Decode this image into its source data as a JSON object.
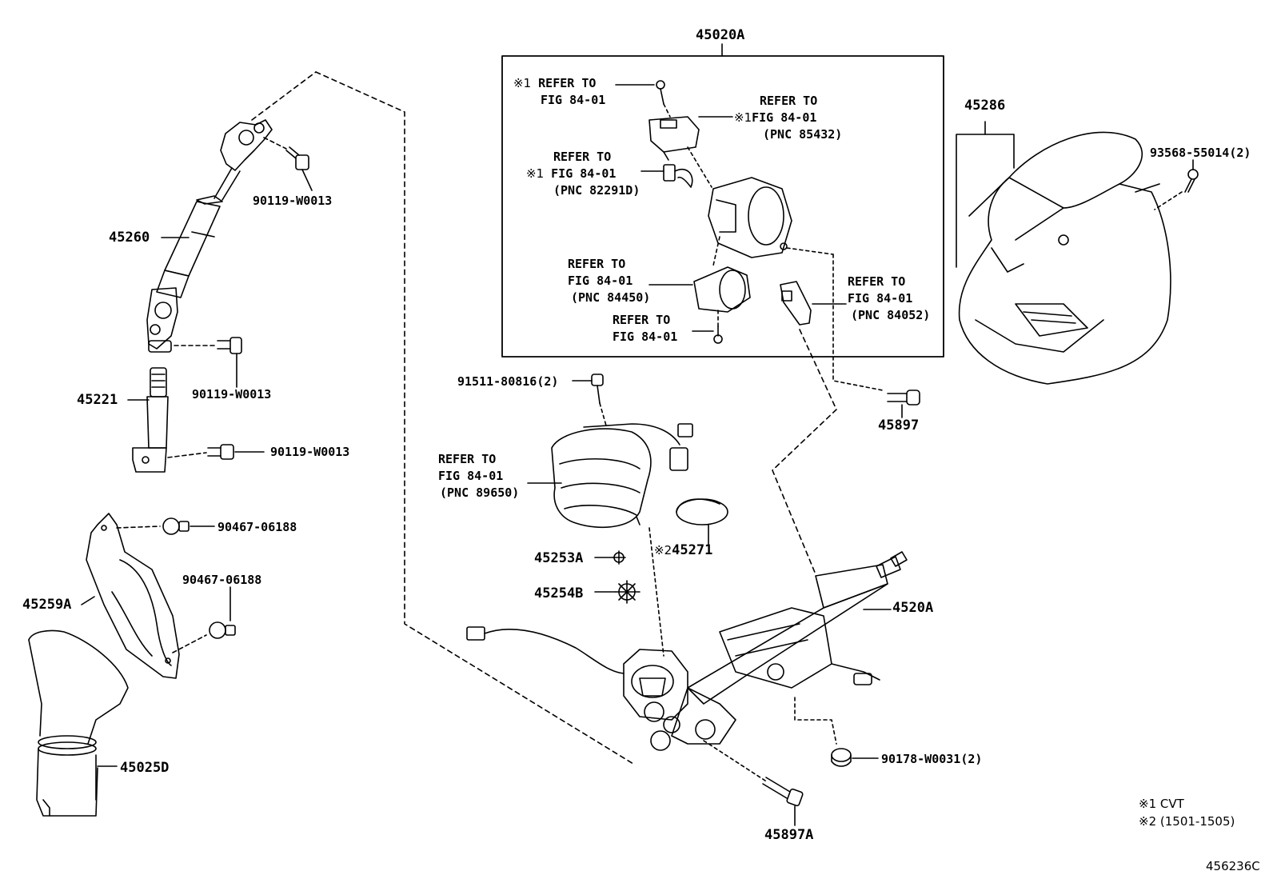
{
  "diagram_id": "456236C",
  "notes": [
    "※1 CVT",
    "※2 (1501-1505)"
  ],
  "group_box_label": "45020A",
  "parts": {
    "p45260": "45260",
    "p45221": "45221",
    "p45259A": "45259A",
    "p45025D": "45025D",
    "p45286": "45286",
    "p45897": "45897",
    "p45897A": "45897A",
    "p4520A": "4520A",
    "p45271": "45271",
    "p45253A": "45253A",
    "p45254B": "45254B",
    "bolt_top": "90119-W0013",
    "bolt_mid": "90119-W0013",
    "bolt_low": "90119-W0013",
    "clip_1": "90467-06188",
    "clip_2": "90467-06188",
    "screw_cover": "93568-55014(2)",
    "bolt_91511": "91511-80816(2)",
    "nut_90178": "90178-W0031(2)"
  },
  "marks": {
    "m1a": "※1",
    "m1b": "※1",
    "m1c": "※1",
    "m2": "※2"
  },
  "refs": {
    "r1": {
      "l1": "REFER TO",
      "l2": "FIG 84-01"
    },
    "r2": {
      "l1": "REFER TO",
      "l2": "FIG 84-01",
      "l3": "(PNC 85432)"
    },
    "r3": {
      "l1": "REFER TO",
      "l2": "FIG 84-01",
      "l3": "(PNC 82291D)"
    },
    "r4": {
      "l1": "REFER TO",
      "l2": "FIG 84-01",
      "l3": "(PNC 84450)"
    },
    "r5": {
      "l1": "REFER TO",
      "l2": "FIG 84-01"
    },
    "r6": {
      "l1": "REFER TO",
      "l2": "FIG 84-01",
      "l3": "(PNC 84052)"
    },
    "r7": {
      "l1": "REFER TO",
      "l2": "FIG 84-01",
      "l3": "(PNC 89650)"
    }
  }
}
